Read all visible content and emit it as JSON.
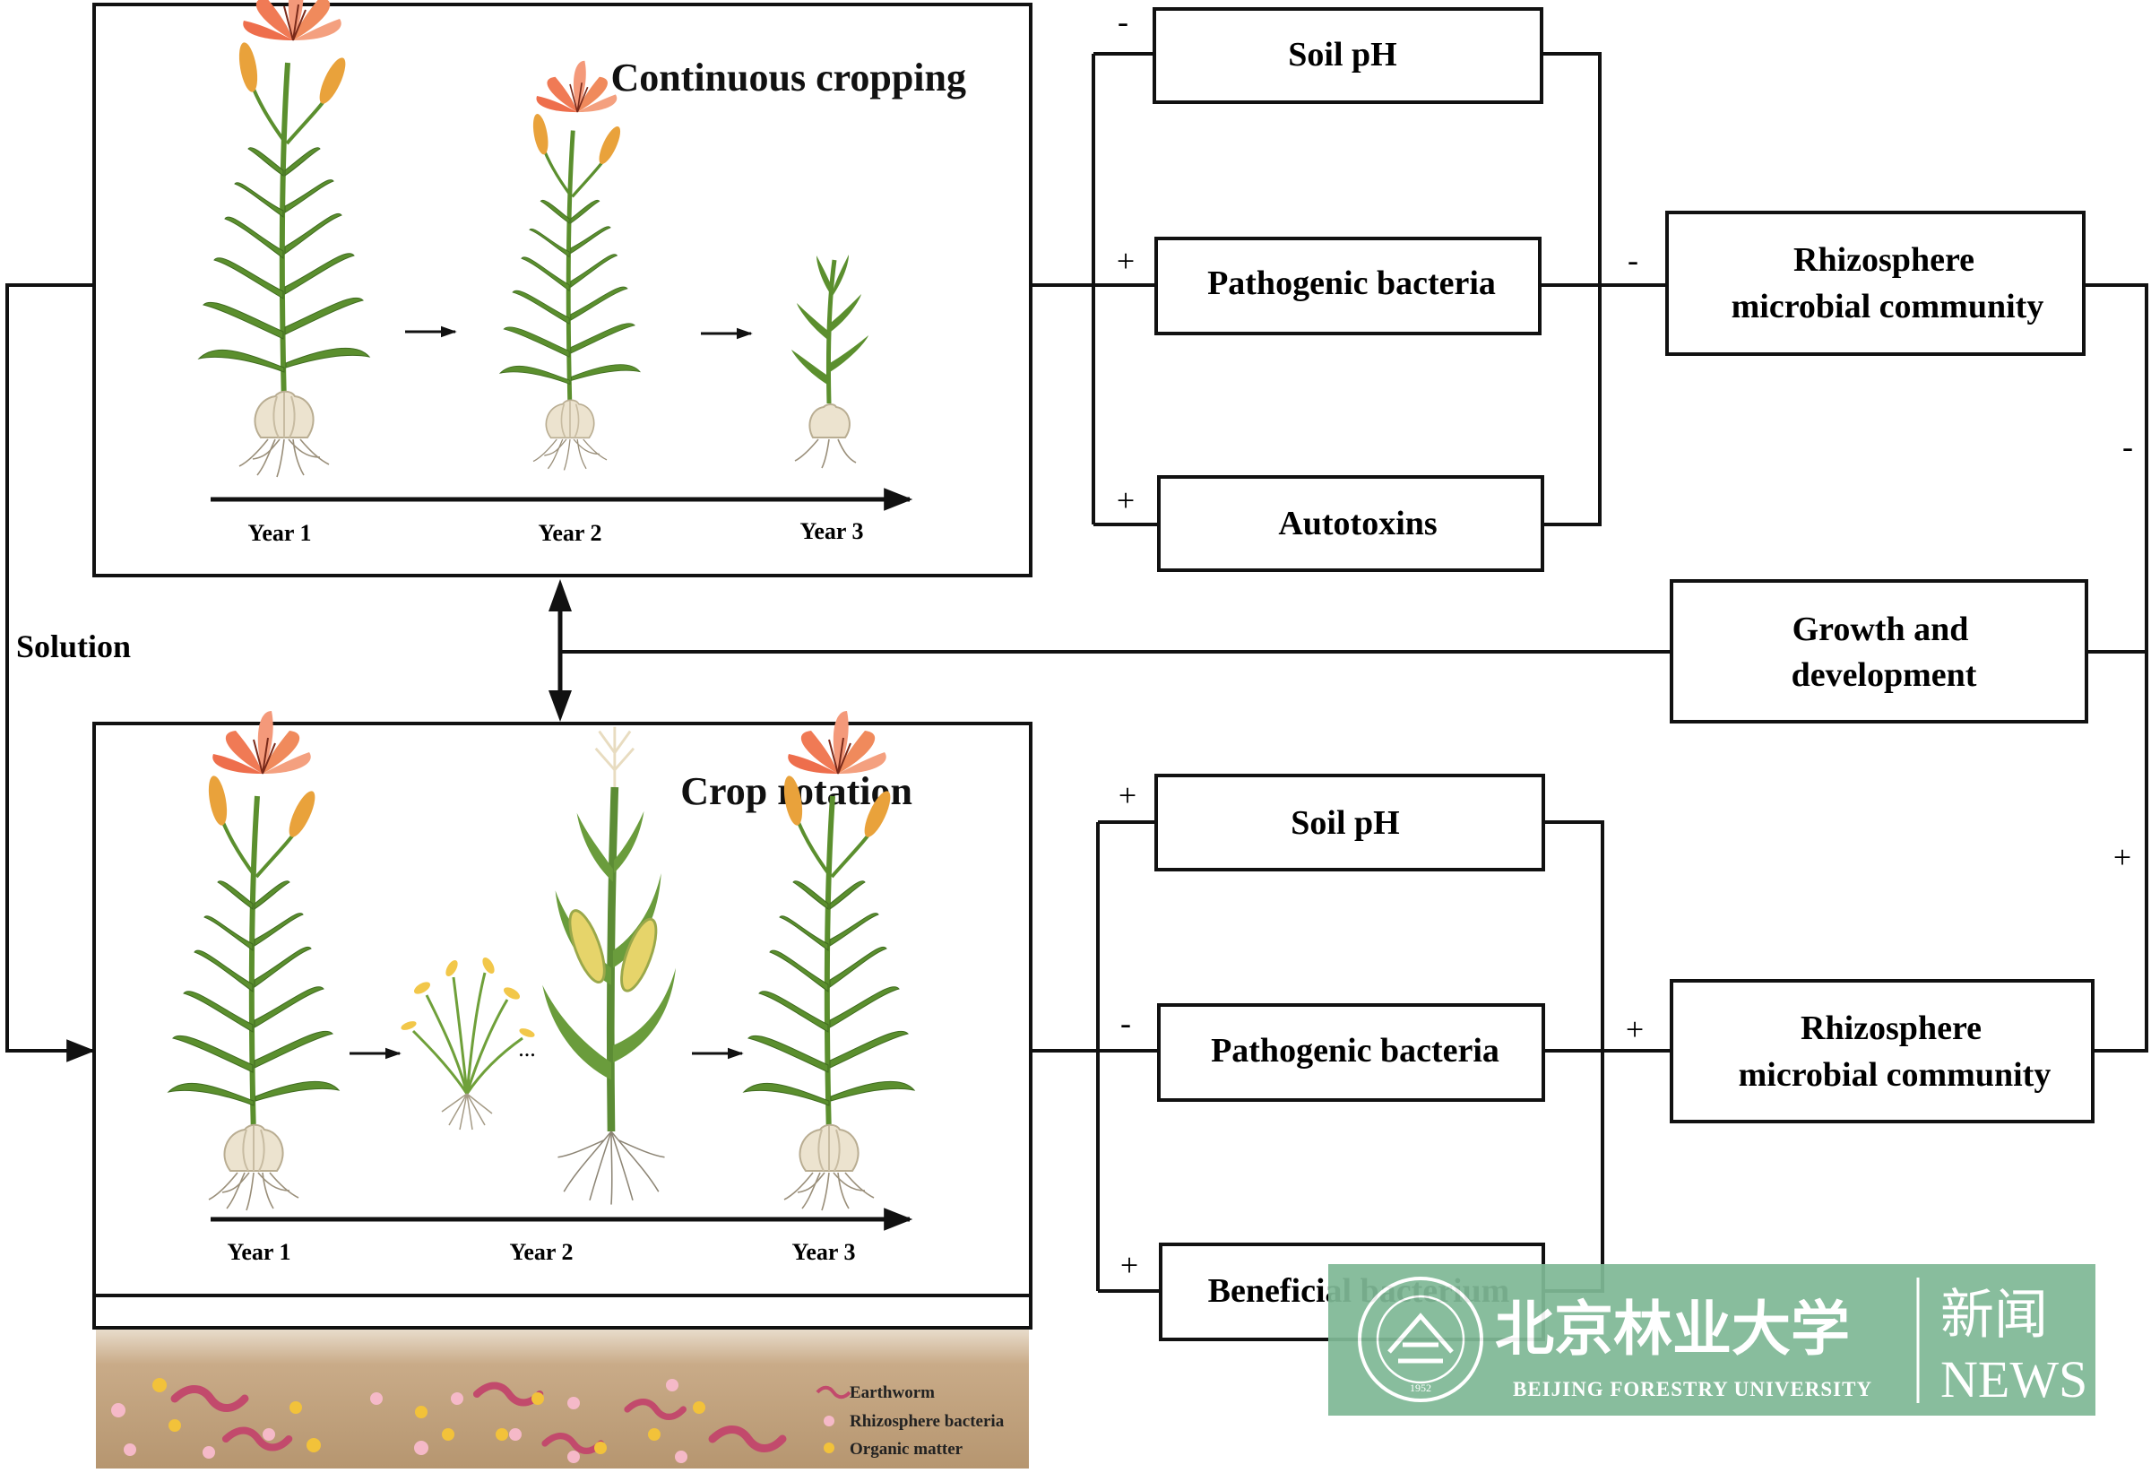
{
  "continuous": {
    "title": "Continuous cropping",
    "years": [
      "Year 1",
      "Year 2",
      "Year 3"
    ]
  },
  "rotation": {
    "title": "Crop rotation",
    "years": [
      "Year 1",
      "Year 2",
      "Year 3"
    ],
    "ellipsis": "..."
  },
  "solution_label": "Solution",
  "upper_factors": [
    {
      "label": "Soil pH",
      "sign": "-"
    },
    {
      "label": "Pathogenic bacteria",
      "sign": "+"
    },
    {
      "label": "Autotoxins",
      "sign": "+"
    }
  ],
  "upper_community": {
    "line1": "Rhizosphere",
    "line2": "microbial community",
    "sign_in": "-",
    "sign_out": "-"
  },
  "growth": {
    "line1": "Growth and",
    "line2": "development"
  },
  "lower_factors": [
    {
      "label": "Soil pH",
      "sign": "+"
    },
    {
      "label": "Pathogenic bacteria",
      "sign": "-"
    },
    {
      "label": "Beneficial bacterium",
      "sign": "+"
    }
  ],
  "lower_community": {
    "line1": "Rhizosphere",
    "line2": "microbial community",
    "sign_in": "+",
    "sign_out": "+"
  },
  "soil_legend": [
    "Earthworm",
    "Rhizosphere bacteria",
    "Organic matter"
  ],
  "watermark": {
    "cn_name": "北京林业大学",
    "en_name": "BEIJING FORESTRY UNIVERSITY",
    "cn_news": "新闻",
    "en_news": "NEWS",
    "seal_year": "1952"
  },
  "colors": {
    "line": "#111111",
    "leaf": "#5b8f2e",
    "flower": "#f07a55",
    "bulb": "#ece3cf",
    "soil": "#bfa07c",
    "worm": "#c24a6c",
    "bacteria": "#f5b9c8",
    "organic": "#f2c23a",
    "watermark": "#7fb996"
  }
}
